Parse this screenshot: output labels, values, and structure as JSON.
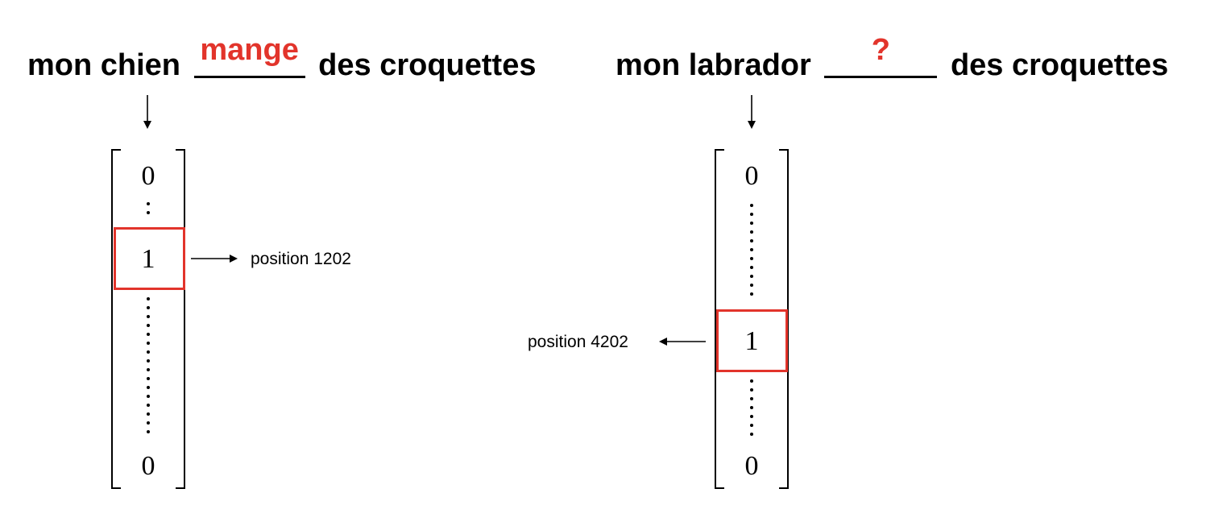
{
  "left": {
    "sentence": {
      "before": "mon chien",
      "filled_word": "mange",
      "after": "des croquettes"
    },
    "vector": {
      "top_value": "0",
      "highlight_value": "1",
      "bottom_value": "0"
    },
    "position_label": "position 1202"
  },
  "right": {
    "sentence": {
      "before": "mon labrador",
      "filled_word": "?",
      "after": "des croquettes"
    },
    "vector": {
      "top_value": "0",
      "highlight_value": "1",
      "bottom_value": "0"
    },
    "position_label": "position 4202"
  },
  "colors": {
    "highlight": "#e2342b",
    "text": "#000000"
  }
}
